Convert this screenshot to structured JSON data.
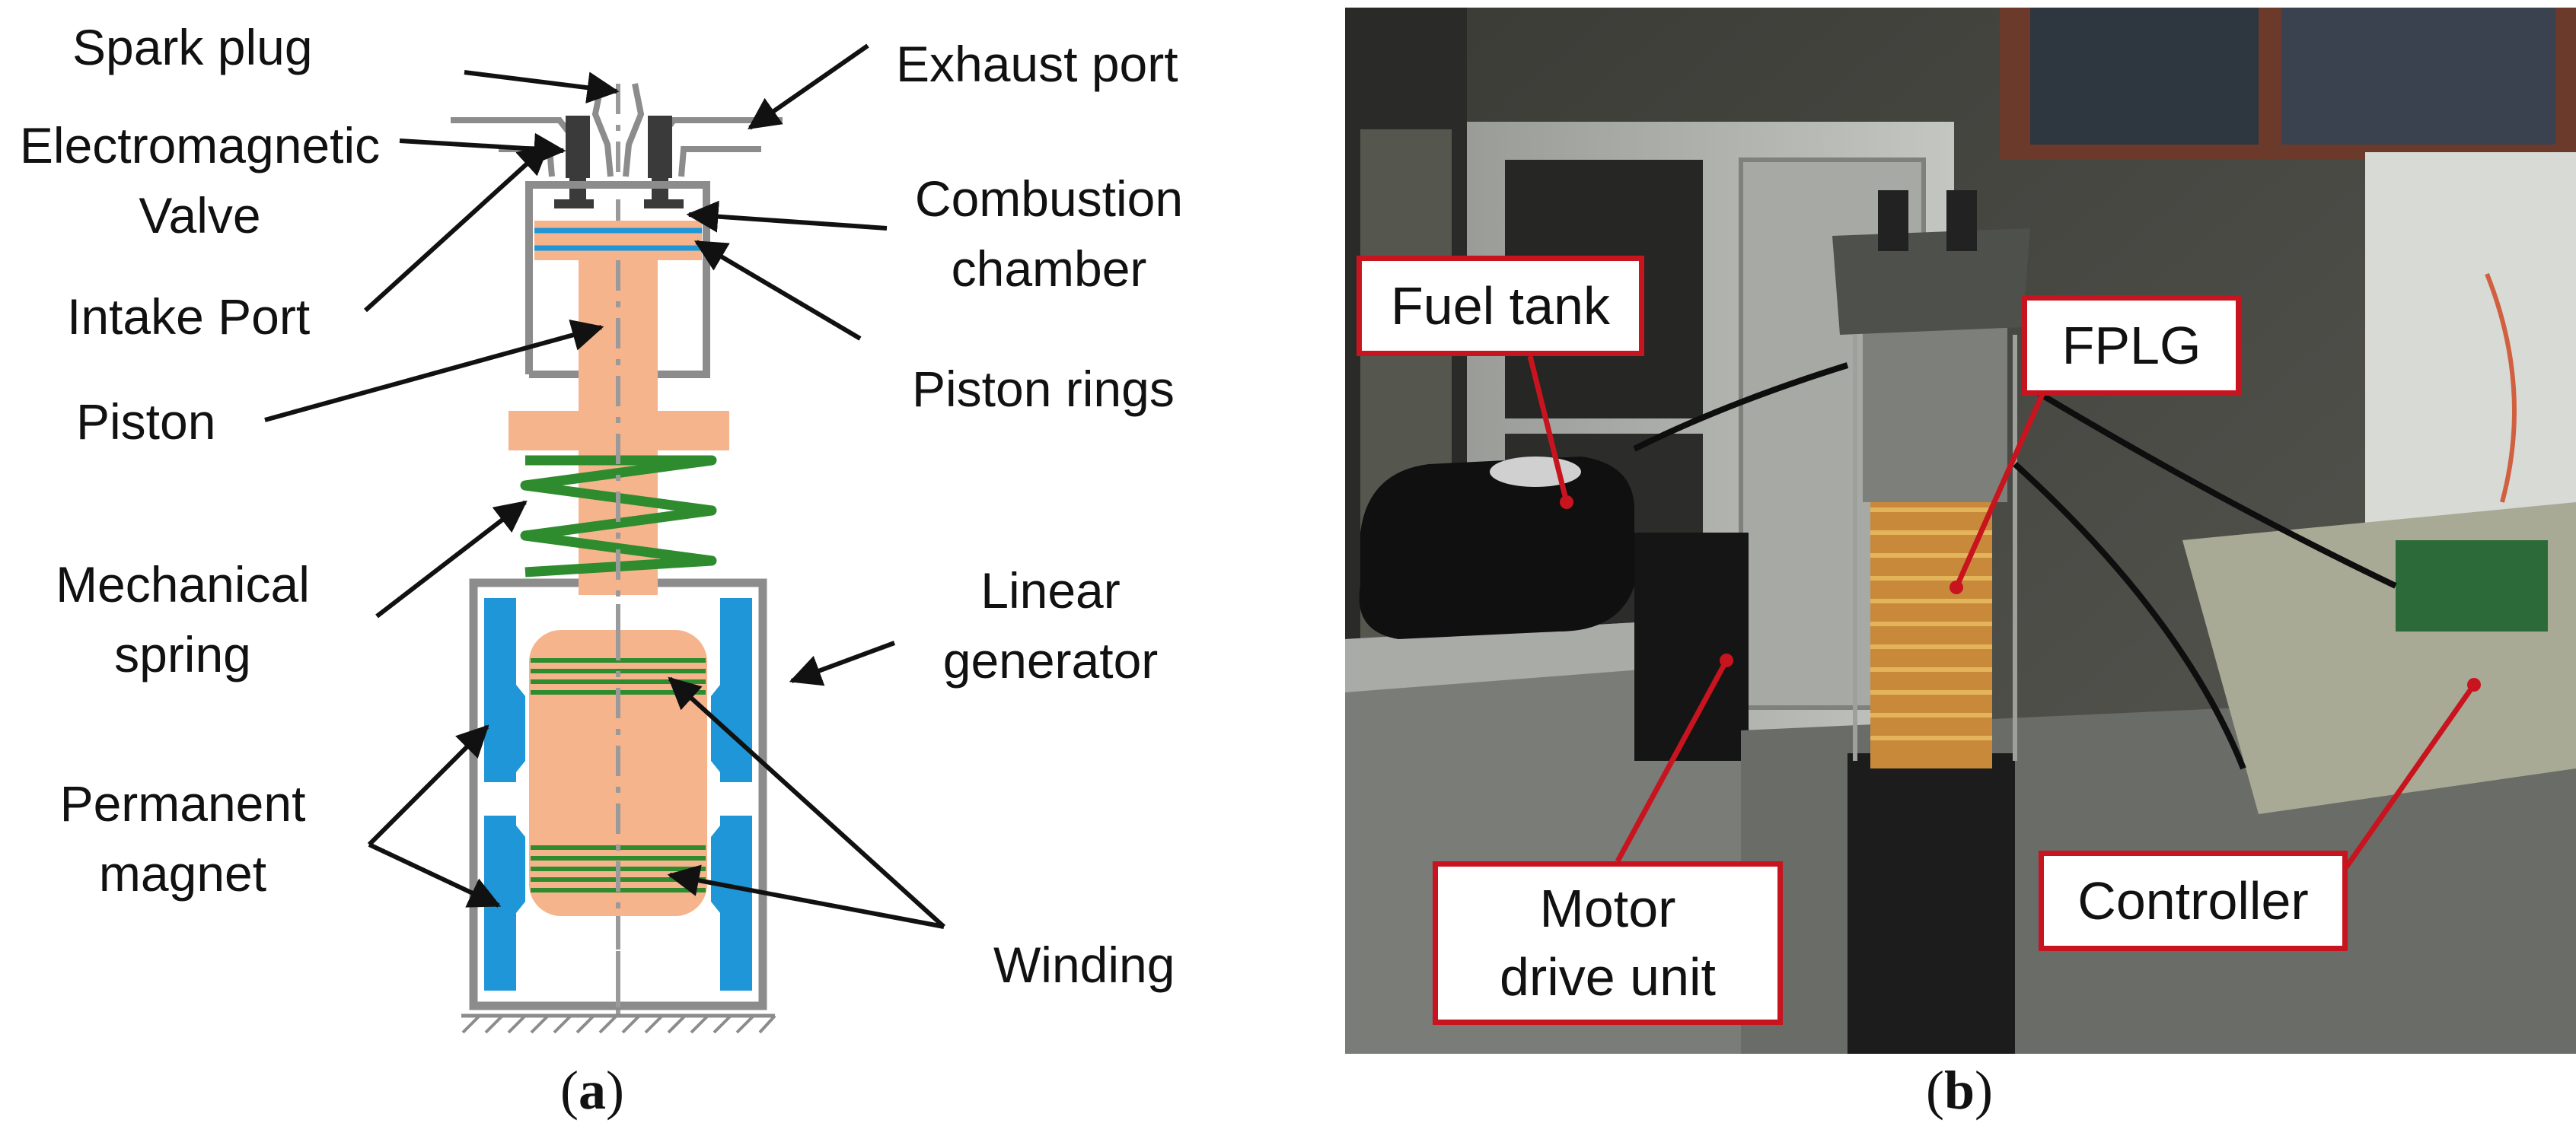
{
  "panel_a": {
    "labels": {
      "spark_plug": "Spark plug",
      "electromagnetic_valve_line1": "Electromagnetic",
      "electromagnetic_valve_line2": "Valve",
      "intake_port": "Intake Port",
      "piston": "Piston",
      "mechanical_spring_line1": "Mechanical",
      "mechanical_spring_line2": "spring",
      "permanent_magnet_line1": "Permanent",
      "permanent_magnet_line2": "magnet",
      "exhaust_port": "Exhaust port",
      "combustion_chamber_line1": "Combustion",
      "combustion_chamber_line2": "chamber",
      "piston_rings": "Piston rings",
      "linear_generator_line1": "Linear",
      "linear_generator_line2": "generator",
      "winding": "Winding"
    },
    "caption_open": "(",
    "caption_letter": "a",
    "caption_close": ")"
  },
  "panel_b": {
    "callouts": {
      "fuel_tank": "Fuel tank",
      "fplg": "FPLG",
      "motor_drive_unit_line1": "Motor",
      "motor_drive_unit_line2": "drive unit",
      "controller": "Controller"
    },
    "caption_open": "(",
    "caption_letter": "b",
    "caption_close": ")"
  },
  "colors": {
    "piston": "#f5b48c",
    "magnet": "#1f96d8",
    "spring": "#2e8b2e",
    "housing": "#8c8c8c",
    "callout_border": "#c8141e"
  }
}
